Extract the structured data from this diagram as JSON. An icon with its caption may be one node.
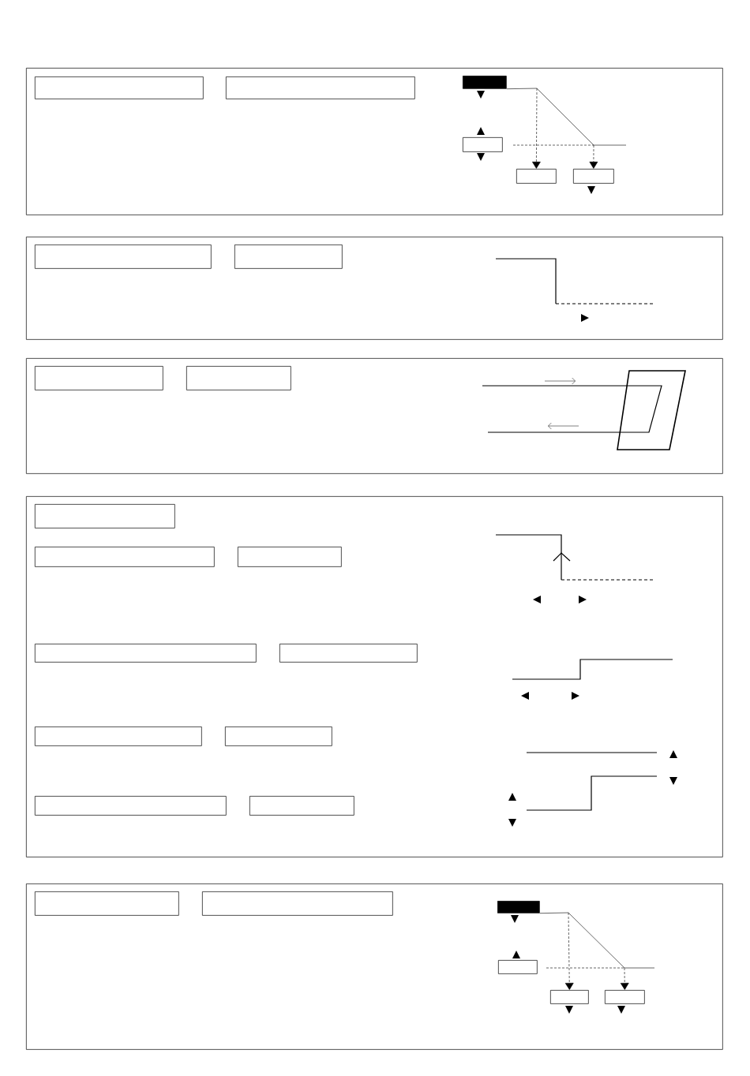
{
  "diagram": {
    "nodes": [
      {
        "text": [],
        "shape": "box"
      },
      {
        "text": [],
        "shape": "box",
        "in": 0
      },
      {
        "text": [],
        "shape": "box",
        "in": 0
      },
      {
        "text": [],
        "shape": "bar",
        "in": 0
      },
      {
        "text": [],
        "shape": "box",
        "in": 0
      },
      {
        "text": [],
        "shape": "box",
        "in": 0
      },
      {
        "text": [],
        "shape": "box",
        "in": 0
      },
      {
        "text": [],
        "shape": "box"
      },
      {
        "text": [],
        "shape": "box",
        "in": 7
      },
      {
        "text": [],
        "shape": "box",
        "in": 7
      },
      {
        "text": [],
        "shape": "box"
      },
      {
        "text": [],
        "shape": "box",
        "in": 10
      },
      {
        "text": [],
        "shape": "box",
        "in": 10
      },
      {
        "text": [],
        "shape": "box"
      },
      {
        "text": [],
        "shape": "box",
        "in": 13
      },
      {
        "text": [],
        "shape": "box",
        "in": 13
      },
      {
        "text": [],
        "shape": "box",
        "in": 13
      },
      {
        "text": [],
        "shape": "box",
        "in": 13
      },
      {
        "text": [],
        "shape": "box",
        "in": 13
      },
      {
        "text": [],
        "shape": "box",
        "in": 13
      },
      {
        "text": [],
        "shape": "box",
        "in": 13
      },
      {
        "text": [],
        "shape": "box",
        "in": 13
      },
      {
        "text": [],
        "shape": "box",
        "in": 13
      },
      {
        "text": [],
        "shape": "box"
      },
      {
        "text": [],
        "shape": "box",
        "in": 23
      },
      {
        "text": [],
        "shape": "box",
        "in": 23
      },
      {
        "text": [],
        "shape": "bar",
        "in": 23
      },
      {
        "text": [],
        "shape": "box",
        "in": 23
      },
      {
        "text": [],
        "shape": "box",
        "in": 23
      },
      {
        "text": [],
        "shape": "box",
        "in": 23
      }
    ],
    "edges": [
      {
        "from": 3,
        "to": null,
        "arrow": "none"
      },
      {
        "from": 26,
        "to": null,
        "arrow": "none"
      },
      {
        "from": null,
        "to": 5,
        "arrow": "to",
        "style": "dashed"
      },
      {
        "from": null,
        "to": 6,
        "arrow": "to",
        "style": "dashed"
      },
      {
        "from": null,
        "to": 28,
        "arrow": "to",
        "style": "dashed"
      },
      {
        "from": null,
        "to": 29,
        "arrow": "to",
        "style": "dashed"
      }
    ]
  }
}
